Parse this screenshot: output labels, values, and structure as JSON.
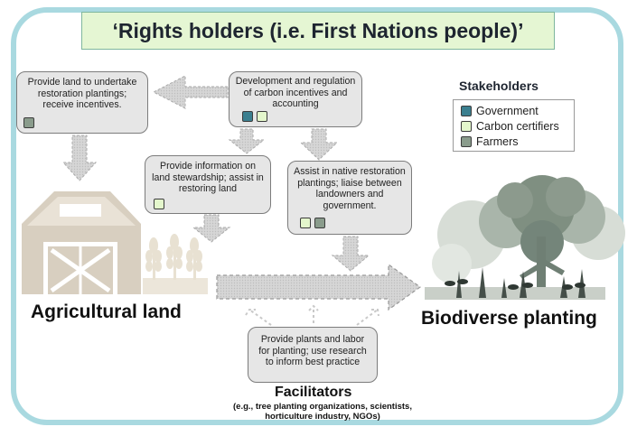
{
  "title": "‘Rights holders (i.e. First Nations people)’",
  "boxes": {
    "provide_land": "Provide land to undertake restoration plantings; receive incentives.",
    "development": "Development and regulation of carbon incentives and accounting",
    "provide_info": "Provide information on land stewardship; assist in restoring land",
    "assist_native": "Assist in native restoration plantings; liaise between landowners and government.",
    "provide_plants": "Provide plants and labor for planting; use research to inform best practice"
  },
  "labels": {
    "agricultural_land": "Agricultural land",
    "biodiverse_planting": "Biodiverse planting",
    "facilitators": "Facilitators",
    "facilitators_sub": "(e.g., tree planting organizations, scientists, horticulture industry, NGOs)"
  },
  "legend": {
    "title": "Stakeholders",
    "items": [
      {
        "label": "Government",
        "color": "#3b7f8f"
      },
      {
        "label": "Carbon certifiers",
        "color": "#e4f7cc"
      },
      {
        "label": "Farmers",
        "color": "#8a9c8c"
      }
    ]
  },
  "colors": {
    "frame": "#a9d9e0",
    "title_bg": "#e5f6d3",
    "box_bg": "#e6e6e6",
    "arrow": "#cfcfcf",
    "barn": "#d8cfc0",
    "trees": "#8c9a8d"
  },
  "icons": [
    "barn-icon",
    "wheat-icon",
    "trees-icon"
  ]
}
